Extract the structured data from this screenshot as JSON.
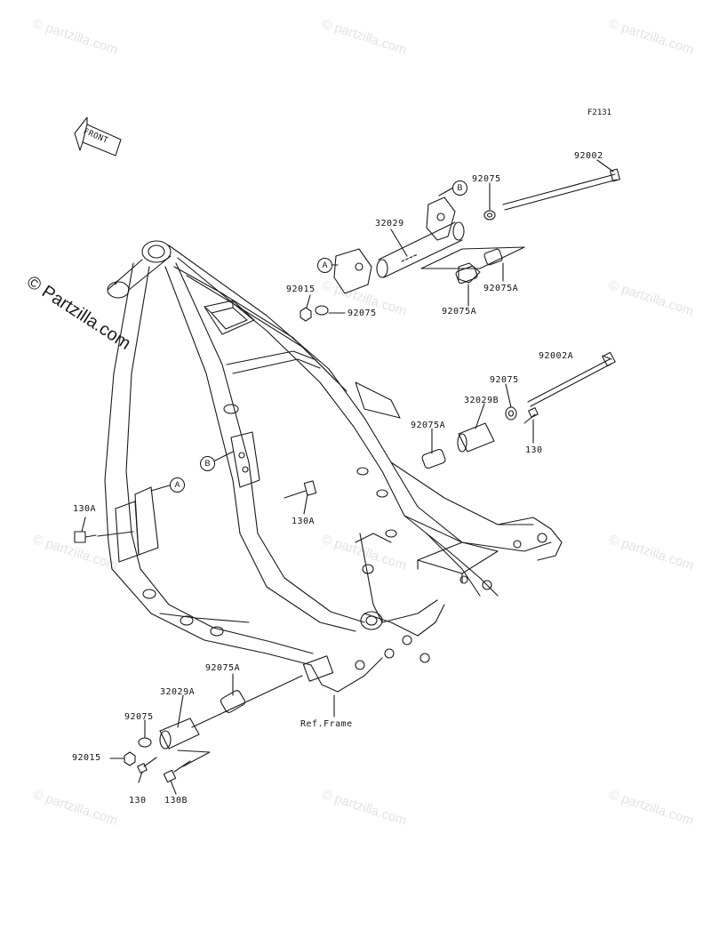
{
  "diagram": {
    "code": "F2131",
    "front_label": "FRONT",
    "ref_label": "Ref.Frame",
    "callout_a": "A",
    "callout_b": "B",
    "labels": {
      "l92002": "92002",
      "l92075_top": "92075",
      "l32029": "32029",
      "l92015_top": "92015",
      "l92075_mid": "92075",
      "l92075A_1": "92075A",
      "l92075A_2": "92075A",
      "l92002A": "92002A",
      "l92075_r": "92075",
      "l32029B": "32029B",
      "l92075A_r": "92075A",
      "l130_r": "130",
      "l130A_l": "130A",
      "l130A_m": "130A",
      "l92075A_b": "92075A",
      "l32029A": "32029A",
      "l92075_b": "92075",
      "l92015_b": "92015",
      "l130_b": "130",
      "l130B": "130B"
    }
  },
  "watermark": {
    "text": "© Partzilla.com",
    "repeat_text": "© partzilla.com"
  }
}
